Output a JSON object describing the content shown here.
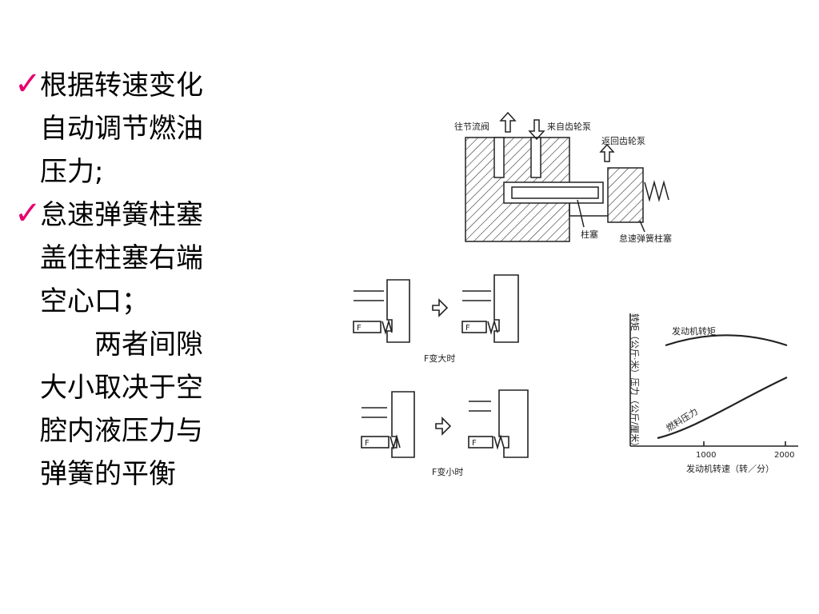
{
  "bullets": [
    {
      "icon": "check-icon",
      "lines": [
        "根据转速变化",
        "自动调节燃油",
        "压力;"
      ]
    },
    {
      "icon": "check-icon",
      "lines": [
        "怠速弹簧柱塞",
        "盖住柱塞右端",
        "空心口；"
      ]
    }
  ],
  "paragraph": {
    "lines": [
      "两者间隙",
      "大小取决于空",
      "腔内液压力与",
      "弹簧的平衡"
    ]
  },
  "diagram": {
    "to_throttle": "往节流阀",
    "from_gear_pump": "来自齿轮泵",
    "return_gear_pump": "返回齿轮泵",
    "plunger": "柱塞",
    "idle_spring_plunger": "怠速弹簧柱塞",
    "f_large": "F变大时",
    "f_small": "F变小时",
    "f_letter": "F"
  },
  "graph": {
    "y_label": "转矩（公斤·米）压力（公斤/厘米）",
    "x_label": "发动机转速（转／分）",
    "x_ticks": [
      "1000",
      "2000"
    ],
    "curve_torque": "发动机转矩",
    "curve_fuel_pressure": "燃料压力"
  },
  "colors": {
    "check": "#e6006e"
  }
}
